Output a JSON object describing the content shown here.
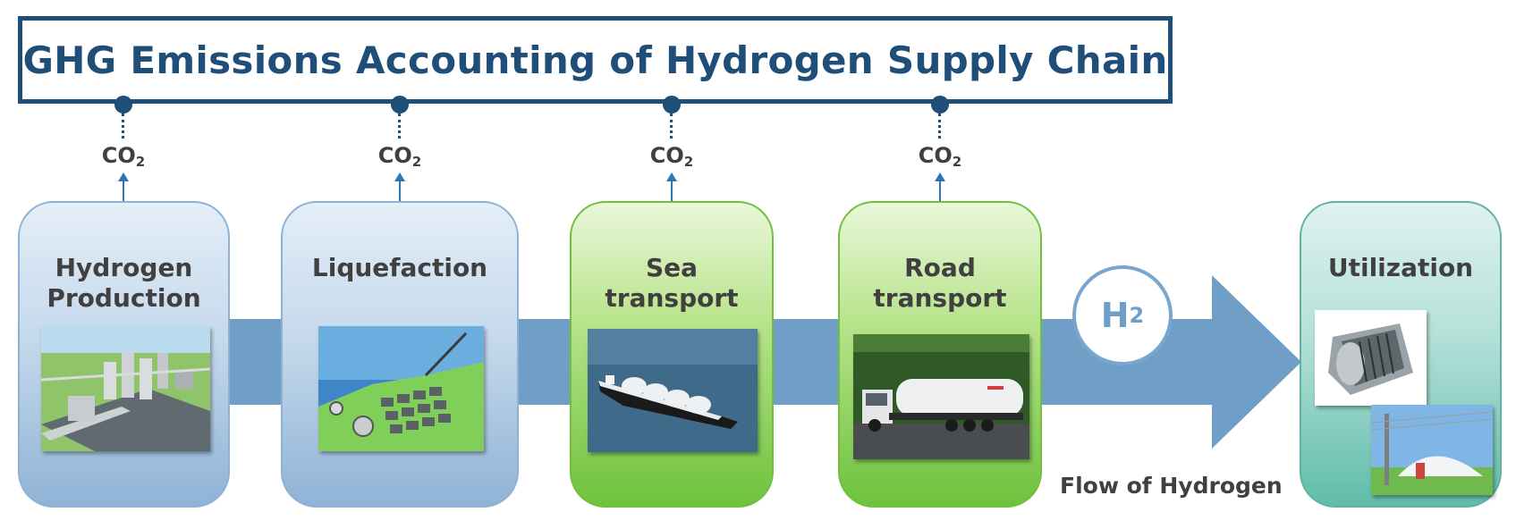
{
  "title": "GHG Emissions Accounting of Hydrogen Supply Chain",
  "emission": {
    "label": "CO",
    "subscript": "2"
  },
  "stages": [
    {
      "line1": "Hydrogen",
      "line2": "Production",
      "photo": "hydrogen-plant-photo"
    },
    {
      "line1": "Liquefaction",
      "line2": "",
      "photo": "liquefaction-base-photo"
    },
    {
      "line1": "Sea",
      "line2": "transport",
      "photo": "lh2-carrier-ship-photo"
    },
    {
      "line1": "Road",
      "line2": "transport",
      "photo": "tanker-truck-photo"
    },
    {
      "line1": "Utilization",
      "line2": "",
      "photo": "gas-turbine-photo"
    }
  ],
  "flow": {
    "symbol": "H",
    "subscript": "2",
    "label": "Flow of Hydrogen"
  },
  "colors": {
    "title": "#1f4e79",
    "flow": "#6f9ec6",
    "blue_stage": "#8fb3d6",
    "green_stage": "#6ec23d",
    "teal_stage": "#60bca9"
  }
}
